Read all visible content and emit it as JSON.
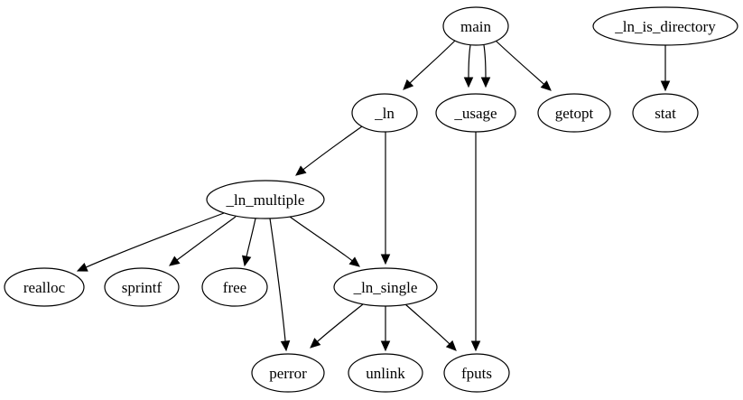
{
  "graph": {
    "nodes": [
      {
        "id": "main",
        "label": "main"
      },
      {
        "id": "ln_is_directory",
        "label": "_ln_is_directory"
      },
      {
        "id": "ln",
        "label": "_ln"
      },
      {
        "id": "usage",
        "label": "_usage"
      },
      {
        "id": "getopt",
        "label": "getopt"
      },
      {
        "id": "stat",
        "label": "stat"
      },
      {
        "id": "ln_multiple",
        "label": "_ln_multiple"
      },
      {
        "id": "realloc",
        "label": "realloc"
      },
      {
        "id": "sprintf",
        "label": "sprintf"
      },
      {
        "id": "free",
        "label": "free"
      },
      {
        "id": "ln_single",
        "label": "_ln_single"
      },
      {
        "id": "perror",
        "label": "perror"
      },
      {
        "id": "unlink",
        "label": "unlink"
      },
      {
        "id": "fputs",
        "label": "fputs"
      }
    ],
    "edges": [
      {
        "from": "main",
        "to": "ln"
      },
      {
        "from": "main",
        "to": "usage"
      },
      {
        "from": "main",
        "to": "usage"
      },
      {
        "from": "main",
        "to": "getopt"
      },
      {
        "from": "ln_is_directory",
        "to": "stat"
      },
      {
        "from": "ln",
        "to": "ln_multiple"
      },
      {
        "from": "ln",
        "to": "ln_single"
      },
      {
        "from": "usage",
        "to": "fputs"
      },
      {
        "from": "ln_multiple",
        "to": "realloc"
      },
      {
        "from": "ln_multiple",
        "to": "sprintf"
      },
      {
        "from": "ln_multiple",
        "to": "free"
      },
      {
        "from": "ln_multiple",
        "to": "perror"
      },
      {
        "from": "ln_multiple",
        "to": "ln_single"
      },
      {
        "from": "ln_single",
        "to": "perror"
      },
      {
        "from": "ln_single",
        "to": "unlink"
      },
      {
        "from": "ln_single",
        "to": "fputs"
      }
    ]
  }
}
